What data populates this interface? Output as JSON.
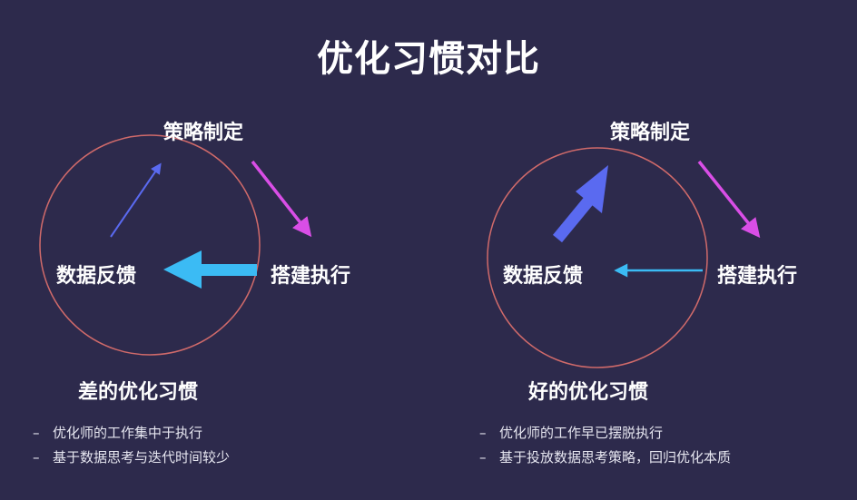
{
  "title": "优化习惯对比",
  "colors": {
    "background": "#2d2a4c",
    "circle": "#d06a6a",
    "strategy_arrow": "#5a6af0",
    "execute_arrow": "#d94ee6",
    "feedback_arrow": "#3bbbf4"
  },
  "panels": [
    {
      "nodes": {
        "strategy": "策略制定",
        "execute": "搭建执行",
        "feedback": "数据反馈"
      },
      "subtitle": "差的优化习惯",
      "bullets": [
        "优化师的工作集中于执行",
        "基于数据思考与迭代时间较少"
      ],
      "bullet_marker": "–"
    },
    {
      "nodes": {
        "strategy": "策略制定",
        "execute": "搭建执行",
        "feedback": "数据反馈"
      },
      "subtitle": "好的优化习惯",
      "bullets": [
        "优化师的工作早已摆脱执行",
        "基于投放数据思考策略，回归优化本质"
      ],
      "bullet_marker": "–"
    }
  ]
}
